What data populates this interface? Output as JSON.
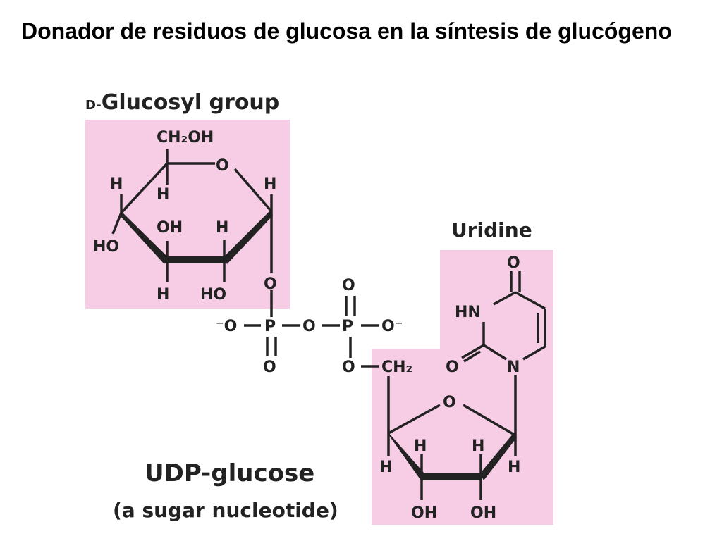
{
  "slide": {
    "title": "Donador de residuos de glucosa en la síntesis de glucógeno"
  },
  "labels": {
    "glucosyl_prefix": "D-",
    "glucosyl_group": "Glucosyl group",
    "uridine": "Uridine",
    "udp_glucose": "UDP-glucose",
    "sugar_nucleotide": "(a sugar nucleotide)"
  },
  "atoms": {
    "ch2oh": "CH₂OH",
    "ring_o": "O",
    "h_c4": "H",
    "h_c5": "H",
    "h_c1": "H",
    "oh_c3": "OH",
    "h_c2": "H",
    "ho_c4": "HO",
    "h_c3": "H",
    "ho_c2": "HO",
    "o_link": "O",
    "o_p1_top": "O",
    "o_neg_left": "⁻O",
    "p1": "P",
    "o_bridge": "O",
    "p2": "P",
    "o_neg_right": "O⁻",
    "o_p2_top": "O",
    "o_p1_bottom": "O",
    "o_ester": "O",
    "ch2_ribose": "CH₂",
    "uracil_o_top": "O",
    "uracil_hn": "HN",
    "uracil_o_left": "O",
    "uracil_n": "N",
    "ribose_o": "O",
    "rib_h1": "H",
    "rib_h2": "H",
    "rib_h4": "H",
    "rib_h3": "H",
    "rib_oh3": "OH",
    "rib_oh2": "OH"
  },
  "colors": {
    "highlight": "#f7cde6",
    "ink": "#222222"
  }
}
